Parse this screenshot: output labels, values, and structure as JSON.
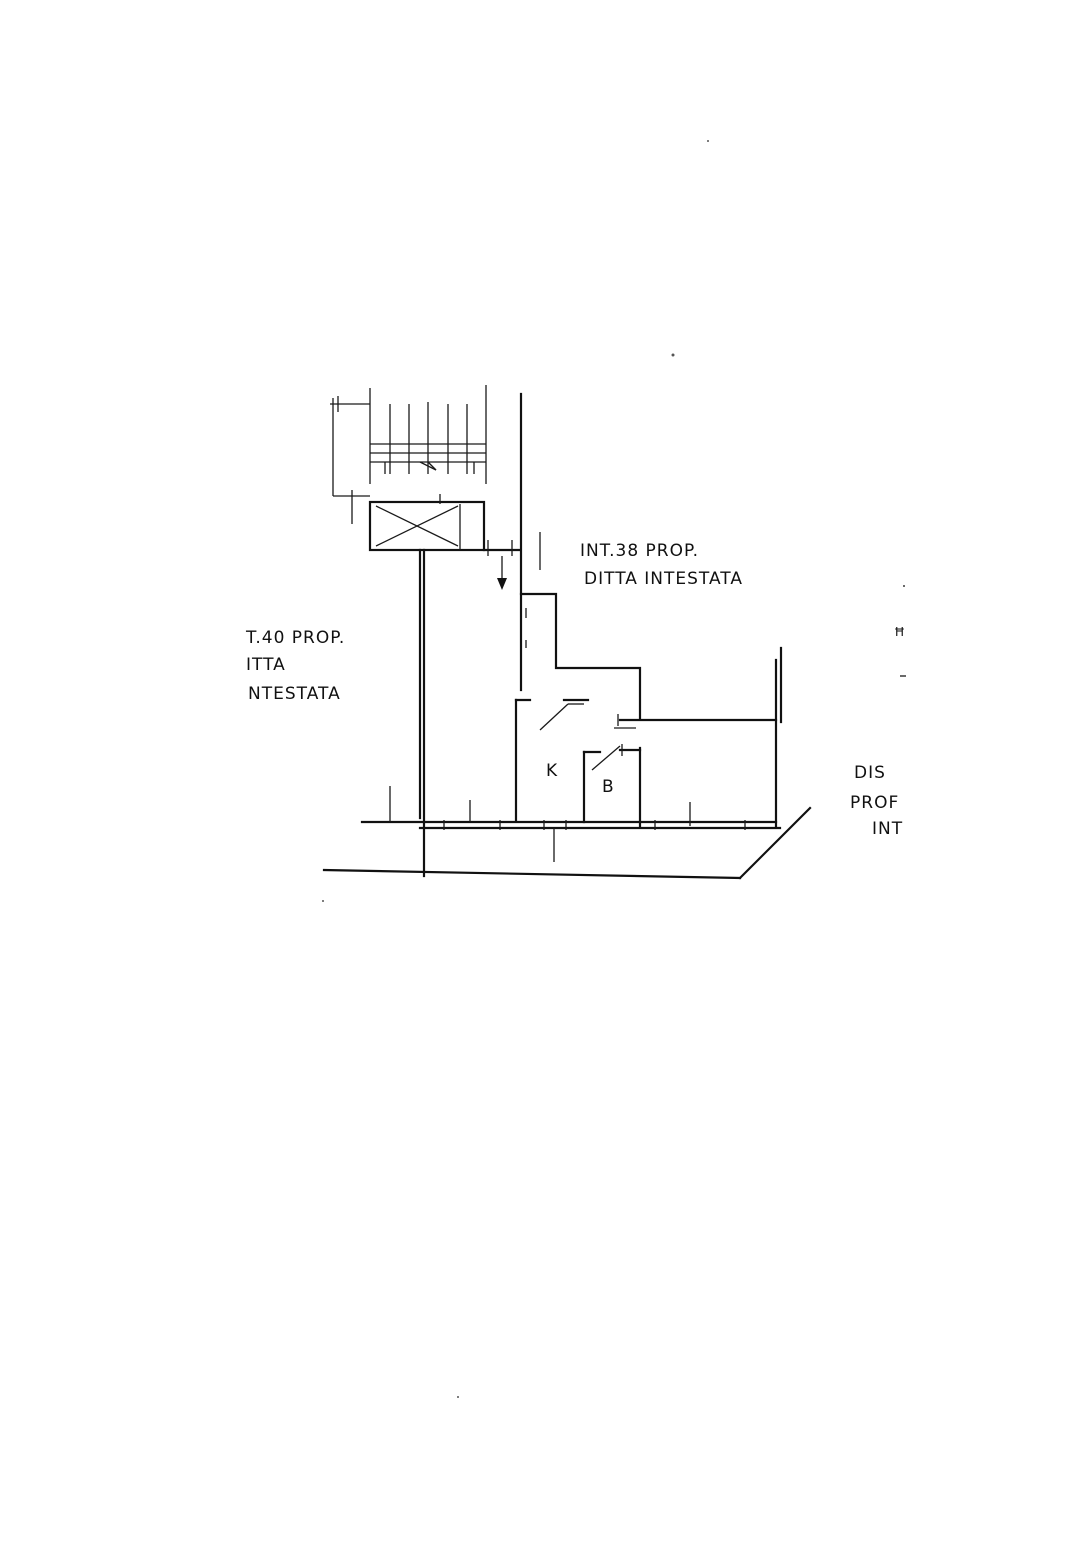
{
  "labels": {
    "int38_line1": "INT.38 PROP.",
    "int38_line2": "DITTA INTESTATA",
    "int40_line1": "T.40 PROP.",
    "int40_line2": "ITTA",
    "int40_line3": "NTESTATA",
    "room_k": "K",
    "room_b": "B",
    "right_line1": "DIS",
    "right_line2": "PROF",
    "right_line3": "INT"
  },
  "colors": {
    "ink": "#111111",
    "paper": "#ffffff"
  }
}
